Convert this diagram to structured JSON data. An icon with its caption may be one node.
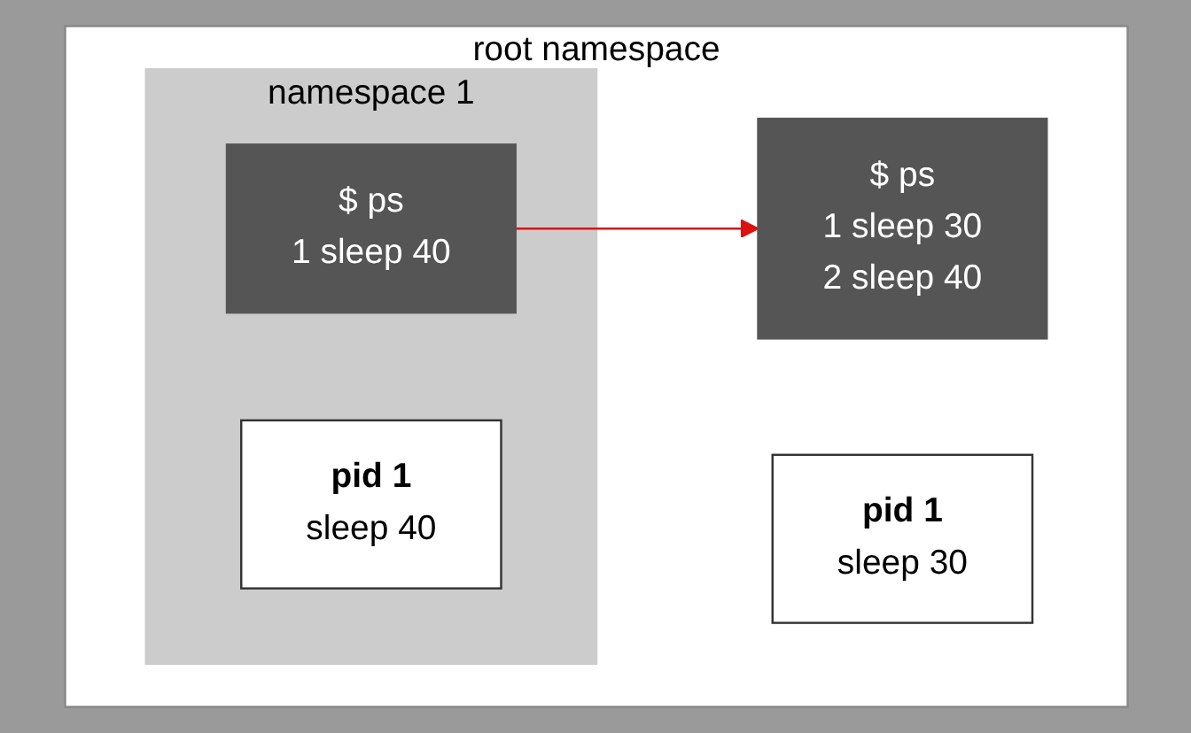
{
  "diagram": {
    "nodes": [
      {
        "text": [
          "root namespace"
        ]
      },
      {
        "text": [
          "namespace 1"
        ],
        "in": 0
      },
      {
        "text": [
          "$ ps",
          "1 sleep 40"
        ],
        "in": 1
      },
      {
        "text": [
          "pid 1",
          "sleep 40"
        ],
        "in": 1
      },
      {
        "text": [
          "$ ps",
          "1 sleep 30",
          "2 sleep 40"
        ],
        "in": 0
      },
      {
        "text": [
          "pid 1",
          "sleep 30"
        ],
        "in": 0
      }
    ],
    "edges": [
      {
        "from": 2,
        "to": 4,
        "arrow": "to",
        "color": "#dd1111"
      }
    ]
  }
}
